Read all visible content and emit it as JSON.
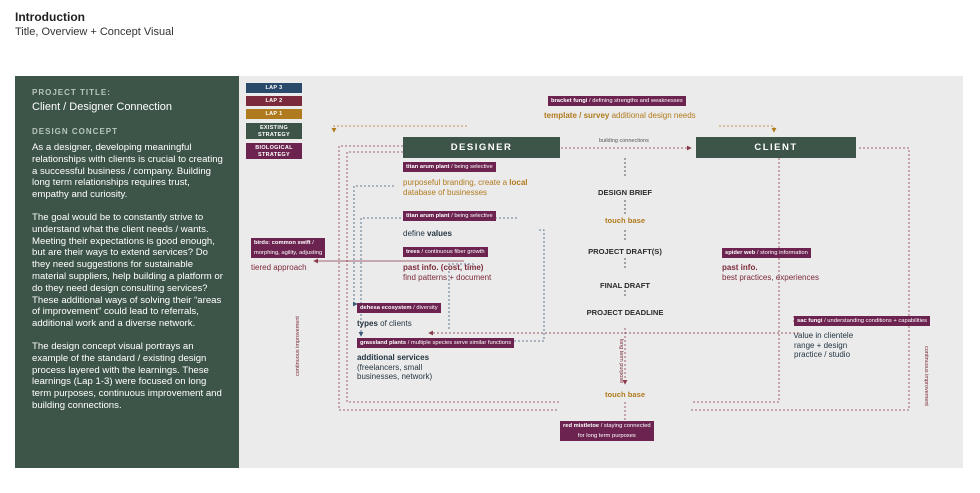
{
  "header": {
    "title": "Introduction",
    "subtitle": "Title, Overview + Concept Visual"
  },
  "panel": {
    "project_label": "PROJECT TITLE:",
    "project_title": "Client / Designer Connection",
    "concept_label": "DESIGN CONCEPT",
    "paragraphs": [
      "As a designer, developing meaningful relationships with clients is crucial to creating a successful business / company. Building long term relationships requires trust, empathy and curiosity.",
      "The goal would be to constantly strive to understand what the client needs / wants. Meeting their expectations is good enough, but are their ways to extend services? Do they need suggestions for sustainable material suppliers, help building a platform or do they need design consulting services? These additional ways of solving their “areas of improvement” could lead to referrals, additional work and a diverse network.",
      "The design concept visual portrays an example of the standard / existing design process layered with the learnings. These learnings (Lap 1-3)  were focused on long term purposes, continuous improvement and building connections."
    ]
  },
  "legend": [
    {
      "label": "LAP 3",
      "color": "#2a4a6b"
    },
    {
      "label": "LAP 2",
      "color": "#7a2a3a"
    },
    {
      "label": "LAP 1",
      "color": "#b07a1e"
    },
    {
      "label": "EXISTING STRATEGY",
      "color": "#3d5449"
    },
    {
      "label": "BIOLOGICAL STRATEGY",
      "color": "#6c2350"
    }
  ],
  "diagram": {
    "designer": "DESIGNER",
    "client": "CLIENT",
    "building_connections": "building connections",
    "bracket_tag": {
      "name": "bracket fungi",
      "desc": " / defining strengths and weaknesses"
    },
    "template_text_bold": "template / survey",
    "template_text_rest": " additional design needs",
    "titan1_tag": {
      "name": "titan arum plant",
      "desc": " / being selective"
    },
    "titan1_text1": "purposeful branding, create a ",
    "titan1_text_bold": "local",
    "titan1_text2": "database of businesses",
    "titan2_tag": {
      "name": "titan arum plant",
      "desc": " / being selective"
    },
    "define_text": "define ",
    "define_bold": "values",
    "birds_tag_line1": "birds: common swift",
    "birds_tag_line1_desc": " /",
    "birds_tag_line2": "morphing, agility, adjusting",
    "tiered": "tiered approach",
    "trees_tag": {
      "name": "trees",
      "desc": " / continuous fiber growth"
    },
    "past_bold": "past info. (cost, time)",
    "past_rest": "find patterns + document",
    "dehesa_tag": {
      "name": "dehesa ecosystem",
      "desc": " / diversity"
    },
    "types_bold": "types",
    "types_rest": " of clients",
    "grassland_tag": {
      "name": "grassland plants",
      "desc": " / multiple species serve similar functions"
    },
    "services_bold": "additional services",
    "services_rest1": "(freelancers, small",
    "services_rest2": "businesses, network)",
    "brief": "DESIGN BRIEF",
    "touch1": "touch base",
    "draft": "PROJECT DRAFT(S)",
    "final": "FINAL DRAFT",
    "deadline": "PROJECT DEADLINE",
    "long_term": "long term purpose",
    "touch2": "touch base",
    "spider_tag": {
      "name": "spider web",
      "desc": " / storing information"
    },
    "client_past_bold": "past info.",
    "client_past_rest": "best practices, experiences",
    "sac_tag": {
      "name": "sac fungi",
      "desc": " / understanding conditions + capabilities"
    },
    "value_lines": [
      "value in clientele",
      "range + design",
      "practice / studio"
    ],
    "mistletoe_line1_name": "red mistletoe",
    "mistletoe_line1_desc": " / staying connected",
    "mistletoe_line2": "for long term purposes",
    "continuous_left": "continuous improvement",
    "continuous_right": "continuous improvement"
  }
}
